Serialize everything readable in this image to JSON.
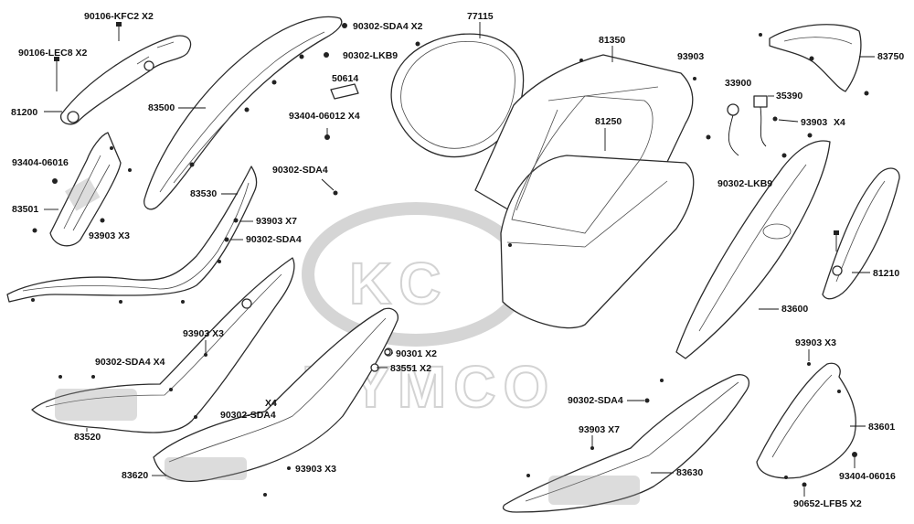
{
  "watermark": {
    "logo_letters": "KC",
    "brand": "KYMCO"
  },
  "labels": {
    "l_90106_kfc2": "90106-KFC2 X2",
    "l_90106_lec8": "90106-LEC8 X2",
    "l_81200": "81200",
    "l_93404_06016_left": "93404-06016",
    "l_83501": "83501",
    "l_93903_x3_left": "93903  X3",
    "l_90302_sda4_x2_top": "90302-SDA4 X2",
    "l_90302_lkb9_top": "90302-LKB9",
    "l_50614": "50614",
    "l_93404_06012": "93404-06012 X4",
    "l_83500": "83500",
    "l_77115": "77115",
    "l_81350": "81350",
    "l_93903_top": "93903",
    "l_81250": "81250",
    "l_83750": "83750",
    "l_33900": "33900",
    "l_35390": "35390",
    "l_93903_x4": "93903",
    "l_x4": "X4",
    "l_90302_lkb9_right": "90302-LKB9",
    "l_90302_sda4_mid": "90302-SDA4",
    "l_83530": "83530",
    "l_93903_x7_mid": "93903 X7",
    "l_90302_sda4_mid2": "90302-SDA4",
    "l_81210": "81210",
    "l_83600": "83600",
    "l_93903_x3_mid": "93903  X3",
    "l_90302_sda4_x4_left": "90302-SDA4 X4",
    "l_90301": "90301 X2",
    "l_83551": "83551 X2",
    "l_83520": "83520",
    "l_x4_mid": "X4",
    "l_90302_sda4_x4_mid": "90302-SDA4",
    "l_83620": "83620",
    "l_93903_x3_bottom": "93903 X3",
    "l_93903_x3_right": "93903  X3",
    "l_90302_sda4_right": "90302-SDA4",
    "l_93903_x7_right": "93903  X7",
    "l_83630": "83630",
    "l_83601": "83601",
    "l_93404_06016_right": "93404-06016",
    "l_90652_lfb5": "90652-LFB5 X2"
  }
}
